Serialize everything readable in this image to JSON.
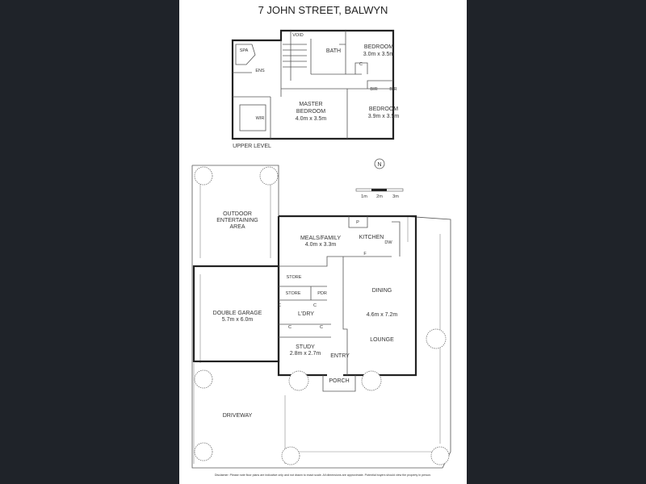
{
  "title": "7 JOHN STREET, BALWYN",
  "upper_level": {
    "label": "UPPER LEVEL",
    "rooms": {
      "void": "VOID",
      "bath": "BATH",
      "spa": "SPA",
      "ens": "ENS",
      "c": "C",
      "bedroom1_name": "BEDROOM",
      "bedroom1_size": "3.0m x 3.5m",
      "bir1": "BIR",
      "bir2": "BIR",
      "wir": "WIR",
      "master_name1": "MASTER",
      "master_name2": "BEDROOM",
      "master_size": "4.0m x 3.5m",
      "bedroom2_name": "BEDROOM",
      "bedroom2_size": "3.9m x 3.5m"
    }
  },
  "ground_level": {
    "outdoor1": "OUTDOOR",
    "outdoor2": "ENTERTAINING",
    "outdoor3": "AREA",
    "meals_name": "MEALS/FAMILY",
    "meals_size": "4.0m x 3.3m",
    "kitchen": "KITCHEN",
    "pantry": "P",
    "fridge": "F",
    "dw": "DW",
    "store1": "STORE",
    "store2": "STORE",
    "pdr": "PDR",
    "laundry": "L'DRY",
    "c1": "C",
    "c2": "C",
    "c3": "C",
    "c4": "C",
    "garage_name": "DOUBLE GARAGE",
    "garage_size": "5.7m x 6.0m",
    "study_name": "STUDY",
    "study_size": "2.8m x 2.7m",
    "entry": "ENTRY",
    "porch": "PORCH",
    "dining": "DINING",
    "dining_size": "4.6m x 7.2m",
    "lounge": "LOUNGE",
    "driveway": "DRIVEWAY"
  },
  "compass": {
    "north": "N"
  },
  "scale": {
    "m1": "1m",
    "m2": "2m",
    "m3": "3m"
  },
  "disclaimer": "Disclaimer: Please note floor plans are indicative only and not drawn to exact scale. All dimensions are approximate. Potential buyers should view the property in person."
}
